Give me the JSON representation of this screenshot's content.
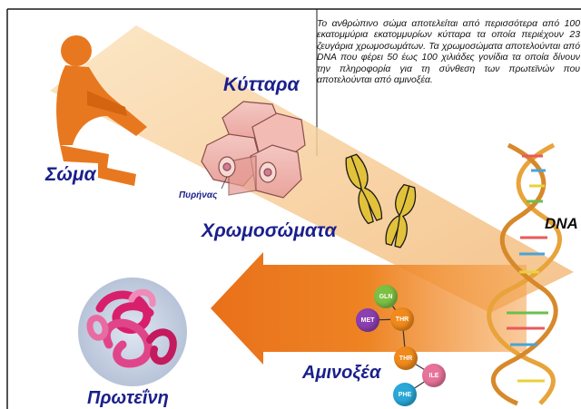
{
  "description": "Το ανθρώπινο σώμα αποτελείται από περισσότερα από 100 εκατομμύρια εκατομμυρίων κύτταρα τα οποία περιέχουν 23 ζευγάρια χρωμοσωμάτων. Τα χρωμοσώματα αποτελούνται από DNA που φέρει 50 έως 100 χιλιάδες γονίδια τα οποία δίνουν την πληροφορία για τη σύνθεση των πρωτεϊνών που αποτελούνται από αμινοξέα.",
  "labels": {
    "body": "Σώμα",
    "cells": "Κύτταρα",
    "nucleus": "Πυρήνας",
    "chromosomes": "Χρωμοσώματα",
    "dna": "DNA",
    "amino_acids": "Αμινοξέα",
    "protein": "Πρωτεΐνη"
  },
  "amino_acid_chain": [
    {
      "name": "GLN",
      "color": "#7cc043"
    },
    {
      "name": "MET",
      "color": "#8c3fb0"
    },
    {
      "name": "THR",
      "color": "#f08a1c"
    },
    {
      "name": "THR",
      "color": "#f08a1c"
    },
    {
      "name": "ILE",
      "color": "#e8739a"
    },
    {
      "name": "PHE",
      "color": "#2aa8d8"
    }
  ],
  "colors": {
    "label_text": "#1a1f8c",
    "beam": "#f6c98a",
    "arrow": "#ec7a1a",
    "frame": "#1a1a1a"
  }
}
